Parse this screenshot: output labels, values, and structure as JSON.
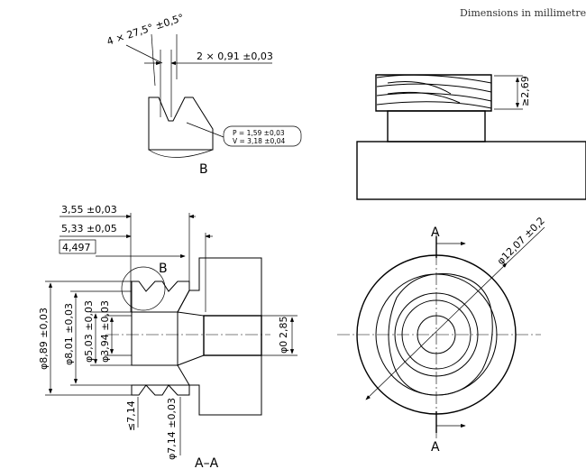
{
  "header": {
    "units_note": "Dimensions in millimetres"
  },
  "detail_b": {
    "label": "B",
    "angle_callout": "4 × 27,5° ±0,5°",
    "width_callout": "2 × 0,91 ±0,03",
    "thread_p": "P = 1,59 ±0,03",
    "thread_v": "V = 3,18 ±0,04"
  },
  "side_view": {
    "height_dim": "≥2,69"
  },
  "section_aa": {
    "label": "A–A",
    "detail_ref": "B",
    "dim_355": "3,55 ±0,03",
    "dim_533": "5,33 ±0,05",
    "dim_4497": "4,497",
    "dia_889": "φ8,89 ±0,03",
    "dia_801": "φ8,01 ±0,03",
    "dia_503": "φ5,03 ±0,03",
    "dia_394": "φ3,94 ±0,03",
    "dim_714": "≤7,14",
    "dia_714": "φ7,14 ±0,03",
    "bore_285": "2,85",
    "bore_phi0": "φ0"
  },
  "end_view": {
    "label_a_top": "A",
    "label_a_bottom": "A",
    "dia_1207": "φ12,07 ±0,2"
  }
}
